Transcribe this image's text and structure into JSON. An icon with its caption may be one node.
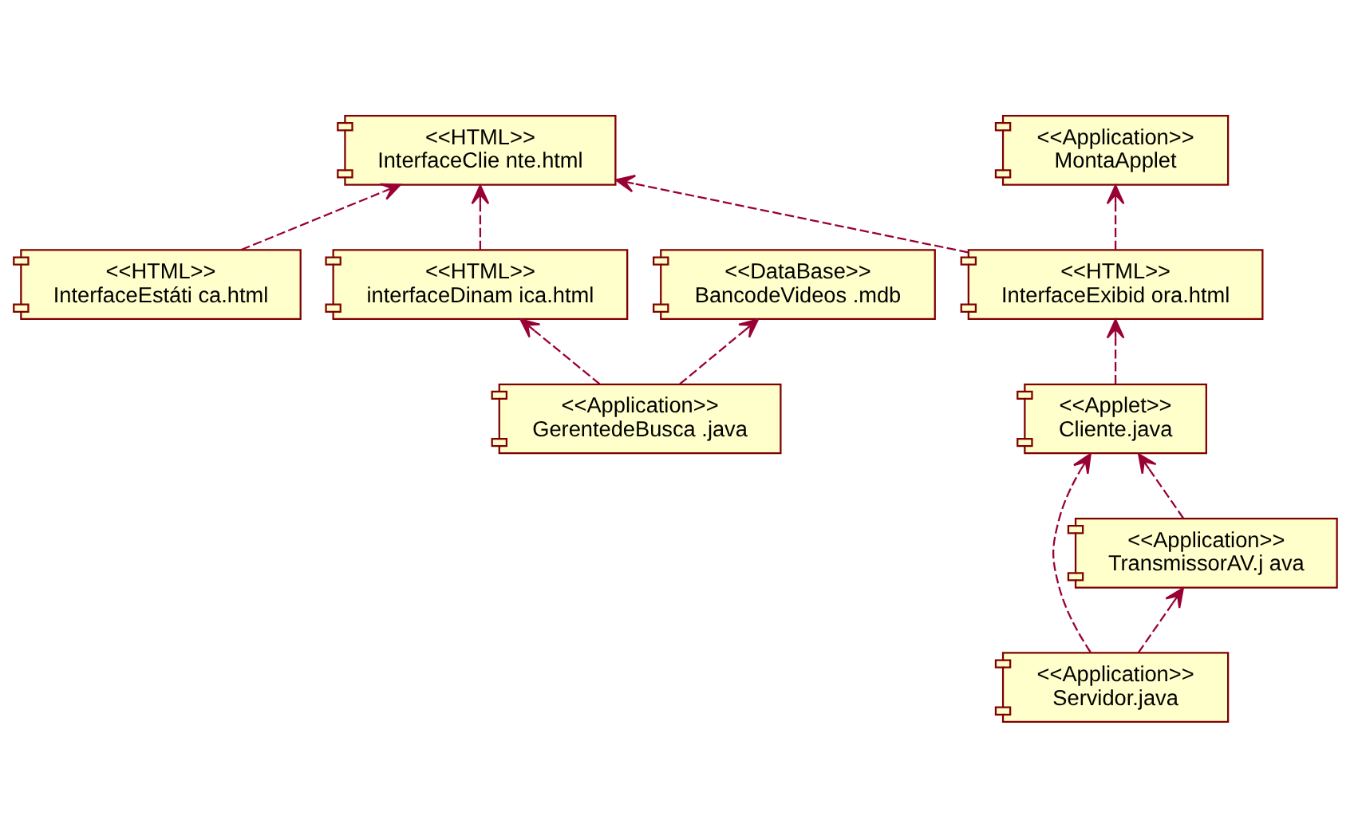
{
  "diagram": {
    "nodes": [
      {
        "text": [
          "<<HTML>>",
          "InterfaceClie nte.html"
        ]
      },
      {
        "text": [
          "<<Application>>",
          "GerentedeBusca .java"
        ]
      },
      {
        "text": [
          "<<HTML>>",
          "InterfaceEstáti ca.html"
        ]
      },
      {
        "text": [
          "<<HTML>>",
          "interfaceDinam ica.html"
        ]
      },
      {
        "text": [
          "<<DataBase>>",
          "BancodeVideos .mdb"
        ]
      },
      {
        "text": [
          "<<Application>>",
          "MontaApplet"
        ]
      },
      {
        "text": [
          "<<HTML>>",
          "InterfaceExibid ora.html"
        ]
      },
      {
        "text": [
          "<<Application>>",
          "Servidor.java"
        ]
      },
      {
        "text": [
          "<<Applet>>",
          "Cliente.java"
        ]
      },
      {
        "text": [
          "<<Application>>",
          "TransmissorAV.j ava"
        ]
      }
    ],
    "edges": [
      {
        "from": 2,
        "to": 0,
        "arrow": "to",
        "style": "dashed"
      },
      {
        "from": 3,
        "to": 0,
        "arrow": "to",
        "style": "dashed"
      },
      {
        "from": 6,
        "to": 0,
        "arrow": "to",
        "style": "dashed"
      },
      {
        "from": 1,
        "to": 3,
        "arrow": "to",
        "style": "dashed"
      },
      {
        "from": 1,
        "to": 4,
        "arrow": "to",
        "style": "dashed"
      },
      {
        "from": 6,
        "to": 5,
        "arrow": "to",
        "style": "dashed"
      },
      {
        "from": 8,
        "to": 6,
        "arrow": "to",
        "style": "dashed"
      },
      {
        "from": 7,
        "to": 8,
        "arrow": "to",
        "style": "dashed"
      },
      {
        "from": 9,
        "to": 8,
        "arrow": "to",
        "style": "dashed"
      },
      {
        "from": 7,
        "to": 9,
        "arrow": "to",
        "style": "dashed"
      }
    ]
  }
}
